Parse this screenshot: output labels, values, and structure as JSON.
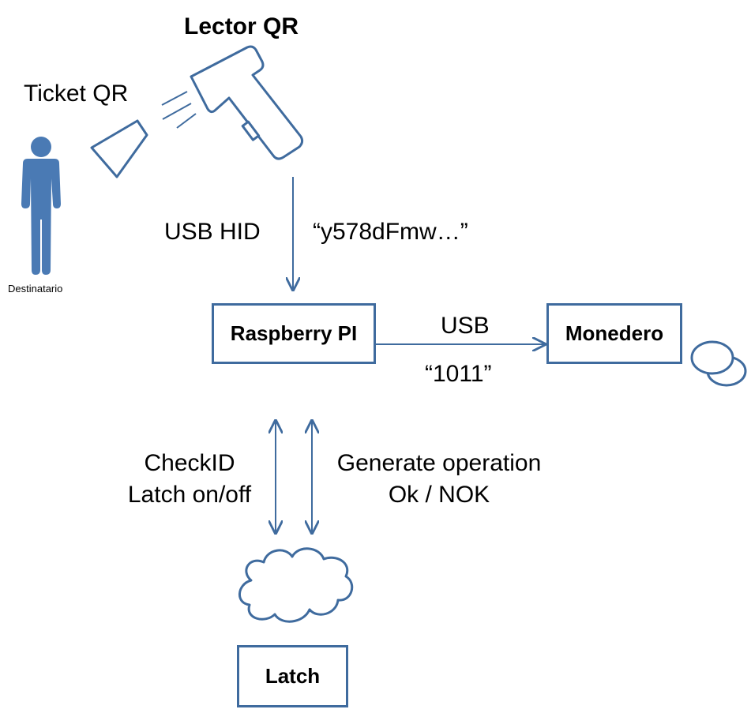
{
  "title": "Lector QR",
  "labels": {
    "ticket": "Ticket QR",
    "person": "Destinatario",
    "usb_hid": "USB HID",
    "payload": "“y578dFmw…”",
    "usb": "USB",
    "code": "“1011”",
    "left_line1": "CheckID",
    "left_line2": "Latch on/off",
    "right_line1": "Generate operation",
    "right_line2": "Ok / NOK"
  },
  "boxes": {
    "raspberry": "Raspberry PI",
    "monedero": "Monedero",
    "latch": "Latch"
  },
  "icons": [
    "person-icon",
    "qr-ticket-icon",
    "scanner-icon",
    "coins-icon",
    "cloud-icon"
  ],
  "colors": {
    "stroke": "#3f6b9e",
    "person": "#4a7ab4",
    "text": "#000000"
  }
}
